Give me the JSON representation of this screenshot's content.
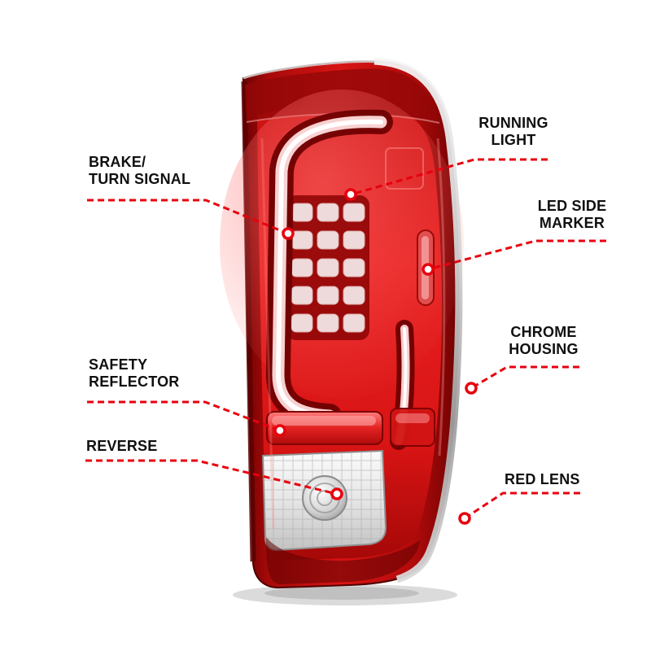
{
  "accent_color": "#e8000d",
  "callouts": {
    "brake_turn_signal": {
      "line1": "BRAKE/",
      "line2": "TURN SIGNAL"
    },
    "safety_reflector": {
      "line1": "SAFETY",
      "line2": "REFLECTOR"
    },
    "reverse": {
      "line1": "REVERSE"
    },
    "running_light": {
      "line1": "RUNNING",
      "line2": "LIGHT"
    },
    "led_side_marker": {
      "line1": "LED SIDE",
      "line2": "MARKER"
    },
    "chrome_housing": {
      "line1": "CHROME",
      "line2": "HOUSING"
    },
    "red_lens": {
      "line1": "RED LENS"
    }
  }
}
